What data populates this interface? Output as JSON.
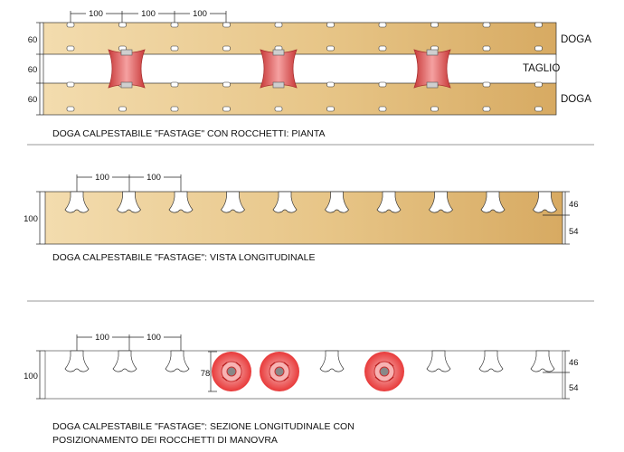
{
  "view1": {
    "spacing_labels": [
      "100",
      "100",
      "100"
    ],
    "row_dims": [
      "60",
      "60",
      "60"
    ],
    "row_labels": [
      "DOGA",
      "TAGLIO",
      "DOGA"
    ],
    "caption": "DOGA CALPESTABILE \"FASTAGE\" CON ROCCHETTI:  PIANTA"
  },
  "view2": {
    "spacing_labels": [
      "100",
      "100"
    ],
    "height_dim": "100",
    "right_dims": [
      "46",
      "54"
    ],
    "caption": "DOGA CALPESTABILE \"FASTAGE\":  VISTA LONGITUDINALE"
  },
  "view3": {
    "spacing_labels": [
      "100",
      "100"
    ],
    "height_dim": "100",
    "roller_dim": "78",
    "right_dims": [
      "46",
      "54"
    ],
    "caption_line1": "DOGA CALPESTABILE \"FASTAGE\":  SEZIONE LONGITUDINALE  CON",
    "caption_line2": "POSIZIONAMENTO DEI ROCCHETTI DI MANOVRA"
  },
  "colors": {
    "wood_light": "#f2d9a8",
    "wood_dark": "#d9ad66",
    "roller": "#e8474a",
    "separator": "#9a9a9a"
  }
}
